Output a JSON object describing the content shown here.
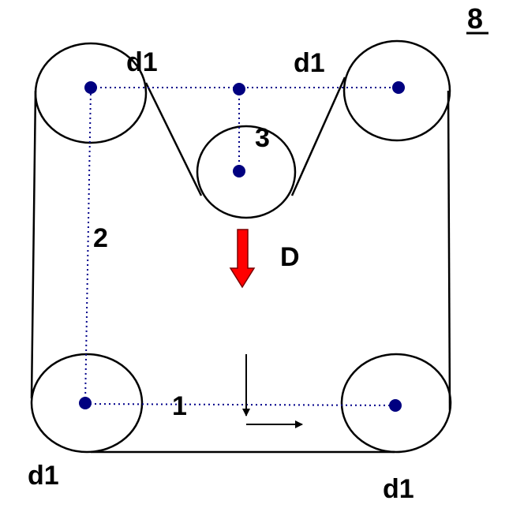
{
  "figure_number": "8",
  "labels": {
    "d1_top_left": "d1",
    "d1_top_right": "d1",
    "d1_bottom_left": "d1",
    "d1_bottom_right": "d1",
    "dim_1": "1",
    "dim_2": "2",
    "dim_3": "3",
    "force": "D"
  },
  "colors": {
    "line": "#000000",
    "center_dot": "#000080",
    "dotted_line": "#00008b",
    "force_arrow": "#ff0000"
  }
}
